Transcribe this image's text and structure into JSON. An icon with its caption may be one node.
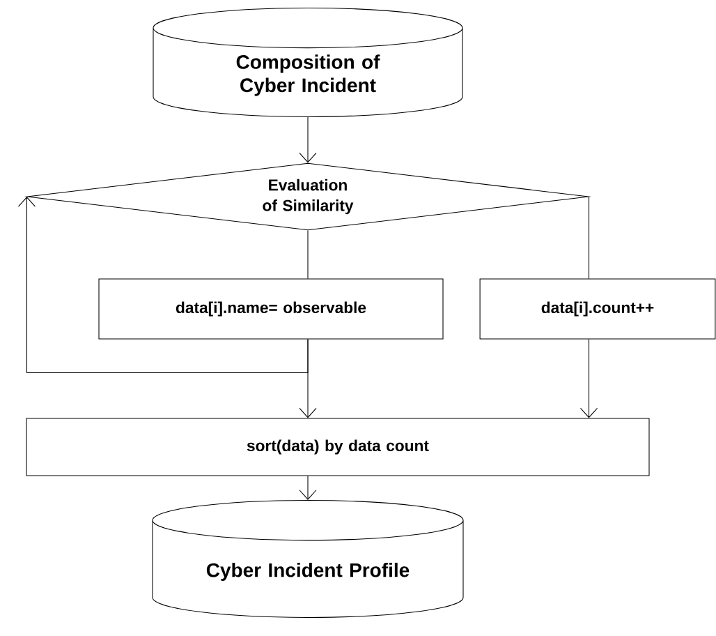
{
  "diagram": {
    "nodes": [
      {
        "text": [
          "Composition of Cyber Incident"
        ]
      },
      {
        "text": [
          "Evaluation of Similarity"
        ]
      },
      {
        "text": [
          "data[i].name= observable"
        ]
      },
      {
        "text": [
          "data[i].count++"
        ]
      },
      {
        "text": [
          "sort(data) by data count"
        ]
      },
      {
        "text": [
          "Cyber Incident Profile"
        ]
      }
    ],
    "edges": [
      {
        "from": 0,
        "to": 1,
        "arrow": "to"
      },
      {
        "from": 1,
        "to": 2,
        "arrow": "none"
      },
      {
        "from": 1,
        "to": 3,
        "arrow": "none"
      },
      {
        "from": 2,
        "to": 1,
        "arrow": "to"
      },
      {
        "from": 2,
        "to": 4,
        "arrow": "to"
      },
      {
        "from": 3,
        "to": 4,
        "arrow": "to"
      },
      {
        "from": 4,
        "to": 5,
        "arrow": "to"
      }
    ]
  }
}
